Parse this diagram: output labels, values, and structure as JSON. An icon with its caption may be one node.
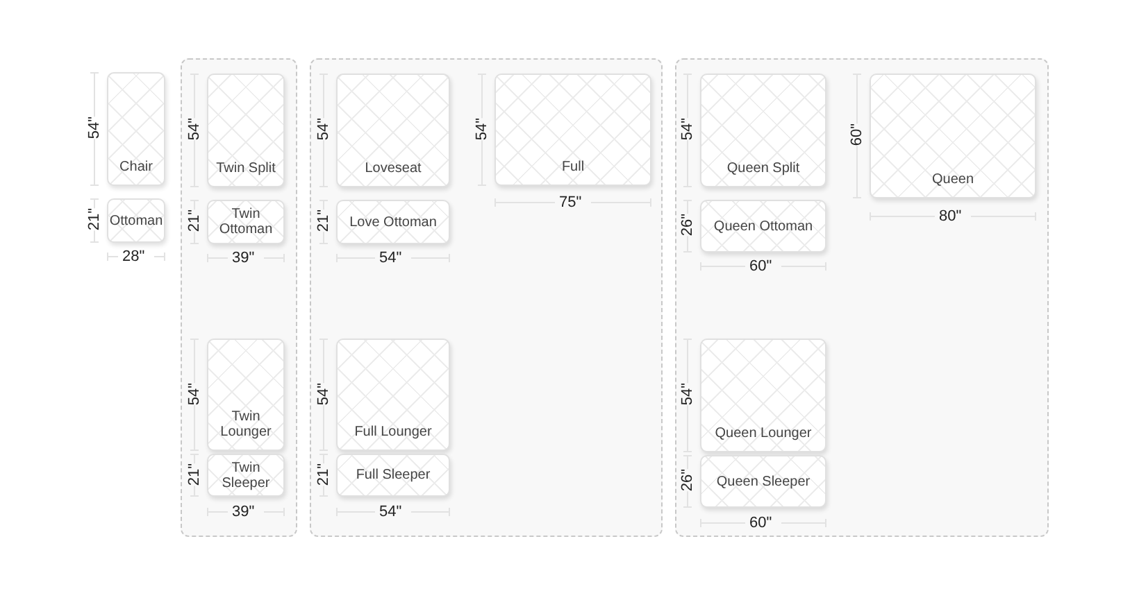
{
  "diagram": {
    "nodes": [
      {
        "text": [
          "Chair"
        ],
        "beside": [
          "54\""
        ]
      },
      {
        "text": [
          "Ottoman"
        ],
        "beside": [
          "21\"",
          "28\""
        ]
      },
      {
        "text": [],
        "shape": "box"
      },
      {
        "text": [
          "Twin Split"
        ],
        "in": 2,
        "beside": [
          "54\""
        ]
      },
      {
        "text": [
          "Twin Ottoman"
        ],
        "in": 2,
        "beside": [
          "21\"",
          "39\""
        ]
      },
      {
        "text": [
          "Twin Lounger"
        ],
        "in": 2,
        "beside": [
          "54\""
        ]
      },
      {
        "text": [
          "Twin Sleeper"
        ],
        "in": 2,
        "beside": [
          "21\"",
          "39\""
        ]
      },
      {
        "text": [],
        "shape": "box"
      },
      {
        "text": [
          "Loveseat"
        ],
        "in": 7,
        "beside": [
          "54\""
        ]
      },
      {
        "text": [
          "Full"
        ],
        "in": 7,
        "beside": [
          "54\"",
          "75\""
        ]
      },
      {
        "text": [
          "Love Ottoman"
        ],
        "in": 7,
        "beside": [
          "21\"",
          "54\""
        ]
      },
      {
        "text": [
          "Full Lounger"
        ],
        "in": 7,
        "beside": [
          "54\""
        ]
      },
      {
        "text": [
          "Full Sleeper"
        ],
        "in": 7,
        "beside": [
          "21\"",
          "54\""
        ]
      },
      {
        "text": [],
        "shape": "box"
      },
      {
        "text": [
          "Queen Split"
        ],
        "in": 13,
        "beside": [
          "54\""
        ]
      },
      {
        "text": [
          "Queen"
        ],
        "in": 13,
        "beside": [
          "60\"",
          "80\""
        ]
      },
      {
        "text": [
          "Queen Ottoman"
        ],
        "in": 13,
        "beside": [
          "26\"",
          "60\""
        ]
      },
      {
        "text": [
          "Queen Lounger"
        ],
        "in": 13,
        "beside": [
          "54\""
        ]
      },
      {
        "text": [
          "Queen Sleeper"
        ],
        "in": 13,
        "beside": [
          "26\"",
          "60\""
        ]
      }
    ]
  }
}
